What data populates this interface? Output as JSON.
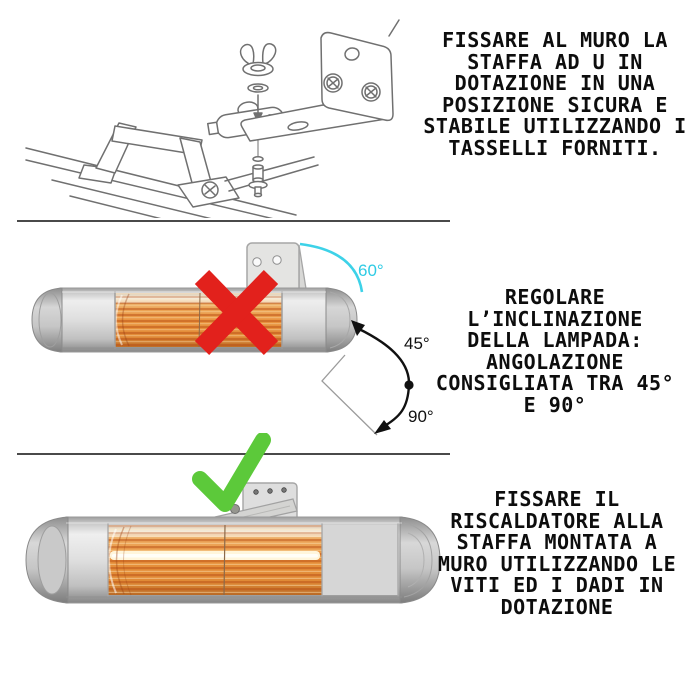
{
  "steps": [
    {
      "id": "mount-bracket",
      "lines": [
        "FISSARE AL MURO LA",
        "STAFFA AD U IN",
        "DOTAZIONE IN UNA",
        "POSIZIONE SICURA E",
        "STABILE UTILIZZANDO I",
        "TASSELLI FORNITI."
      ]
    },
    {
      "id": "adjust-angle",
      "lines": [
        "REGOLARE",
        "L’INCLINAZIONE",
        "DELLA LAMPADA:",
        "ANGOLAZIONE",
        "CONSIGLIATA TRA 45°",
        "E 90°"
      ],
      "angle_labels": {
        "upper": "60°",
        "mid": "45°",
        "lower": "90°"
      }
    },
    {
      "id": "fix-heater",
      "lines": [
        "FISSARE IL",
        "RISCALDATORE ALLA",
        "STAFFA MONTATA A",
        "MURO UTILIZZANDO LE",
        "VITI ED I DADI IN",
        "DOTAZIONE"
      ]
    }
  ],
  "colors": {
    "text": "#0d0d0d",
    "divider": "#4a4a4a",
    "prohibition_x": "#e2211c",
    "check_mark": "#5cc93a",
    "angle_arc_cyan": "#3dd2e8",
    "heater_glow_orange": "#e28c38",
    "heater_body_silver": "#d9d9d9"
  }
}
